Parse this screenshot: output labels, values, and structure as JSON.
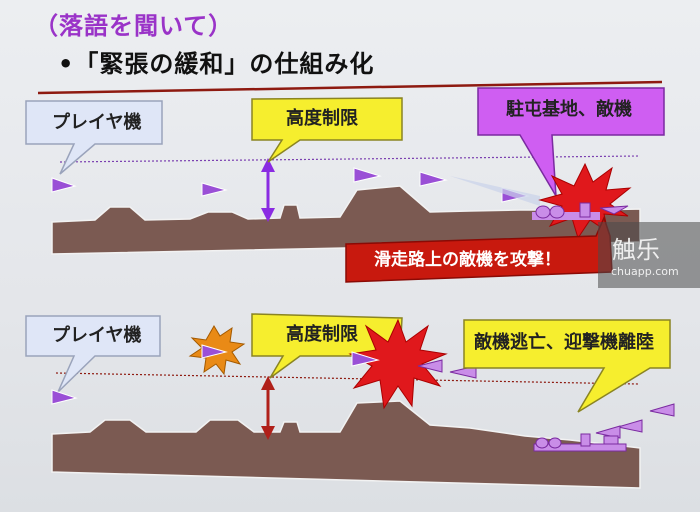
{
  "title": {
    "lecture": "（落語を聞いて）",
    "main": "•「緊張の緩和」の仕組み化"
  },
  "panel_top": {
    "player_label": "プレイヤ機",
    "altitude_label": "高度制限",
    "base_label": "駐屯基地、敵機",
    "attack_label": "滑走路上の敵機を攻撃！"
  },
  "panel_bottom": {
    "player_label": "プレイヤ機",
    "altitude_label": "高度制限",
    "escape_label": "敵機逃亡、迎撃機離陸"
  },
  "watermark": {
    "main": "触乐",
    "sub": "chuapp.com"
  },
  "colors": {
    "title_purple": "#9a33c8",
    "rule_red": "#8e1a10",
    "ground_brown": "#7b5a52",
    "callout_blue": "#dfe6f7",
    "callout_yellow": "#f6ee2e",
    "callout_purple": "#cf5ef2",
    "callout_red": "#c8190e",
    "explosion_red": "#e0181c",
    "explosion_orange": "#e98a16",
    "plane_purple": "#9a4fd6",
    "arrow_purple": "#8a2be2",
    "arrow_red": "#b0201a",
    "dotted_line_purple": "#7a3fb0"
  },
  "icons": [
    "player-plane-icon",
    "enemy-plane-icon",
    "explosion-icon",
    "double-arrow-icon",
    "hangar-icon"
  ]
}
